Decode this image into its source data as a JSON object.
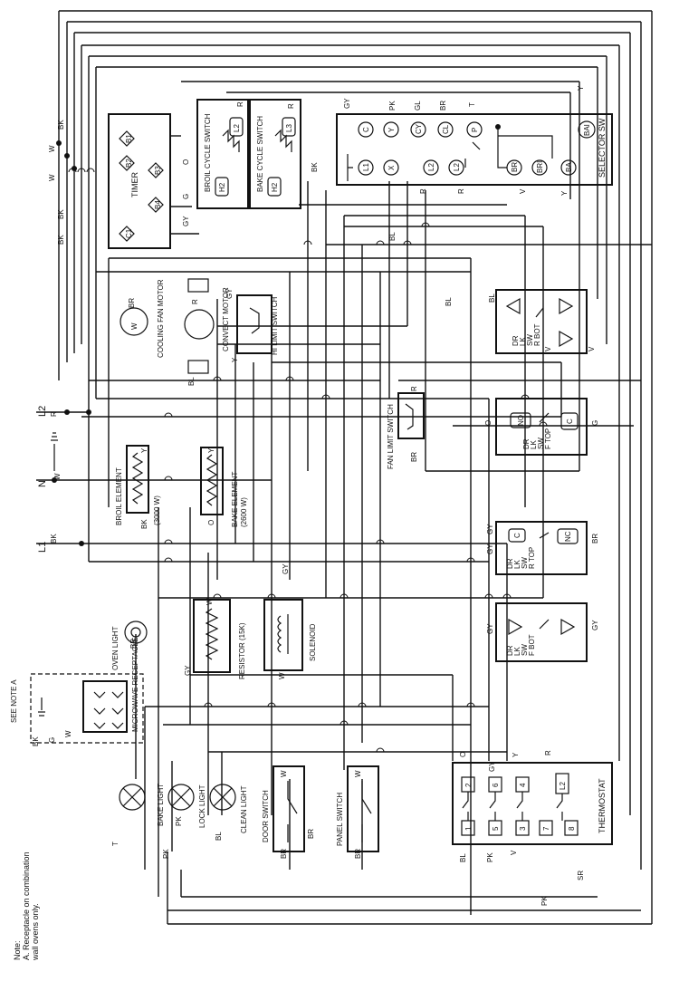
{
  "note": {
    "title": "Note:",
    "line1": "A. Receptacle on combination",
    "line2": "wall ovens only."
  },
  "components": {
    "timer": "TIMER",
    "broil_cycle_switch": "BROIL CYCLE SWITCH",
    "bake_cycle_switch": "BAKE CYCLE SWITCH",
    "selector_sw": "SELECTOR SW",
    "cooling_fan_motor": "COOLING FAN MOTOR",
    "convect_motor": "CONVECT MOTOR",
    "hi_limit_switch": "HI LIMIT SWITCH",
    "fan_limit_switch": "FAN LIMIT SWITCH",
    "broil_element": "BROIL ELEMENT",
    "broil_element_rating": "(3000 W)",
    "bake_element": "BAKE ELEMENT",
    "bake_element_rating": "(2600 W)",
    "oven_light": "OVEN LIGHT",
    "resistor": "RESISTOR (15K)",
    "solenoid": "SOLENOID",
    "microwave_receptacle": "MICROWAVE RECEPTACLE",
    "see_note": "SEE NOTE A",
    "bake_light": "BAKE LIGHT",
    "lock_light": "LOCK LIGHT",
    "clean_light": "CLEAN LIGHT",
    "door_switch": "DOOR SWITCH",
    "panel_switch": "PANEL SWITCH",
    "thermostat": "THERMOSTAT",
    "dr_lk_sw_r_bot": [
      "DR",
      "LK",
      "SW",
      "R BOT"
    ],
    "dr_lk_sw_f_top": [
      "DR",
      "LK",
      "SW",
      "F TOP"
    ],
    "dr_lk_sw_r_top": [
      "DR",
      "LK",
      "SW",
      "R TOP"
    ],
    "dr_lk_sw_f_bot": [
      "DR",
      "LK",
      "SW",
      "F BOT"
    ]
  },
  "power": {
    "l1": "L1",
    "l2": "L2",
    "n": "N"
  },
  "timer_terminals": [
    "B1",
    "B2",
    "B3",
    "B4",
    "C1",
    "O",
    "G",
    "GY"
  ],
  "selector_top_terminals": [
    "C",
    "Y",
    "CY",
    "CL",
    "P",
    "BAI"
  ],
  "selector_bottom_terminals": [
    "L1",
    "X",
    "L2",
    "L2",
    "BR",
    "BRI",
    "BA"
  ],
  "selector_wire_labels": [
    "GY",
    "PK",
    "GL",
    "BR",
    "T",
    "Y"
  ],
  "cycle_switch_terminals": [
    "L2",
    "H2",
    "L3",
    "H2"
  ],
  "wire_colors": [
    "W",
    "BK",
    "R",
    "G",
    "O",
    "Y",
    "GY",
    "PK",
    "BL",
    "BR",
    "V",
    "SR",
    "T"
  ],
  "thermostat_terminals": [
    "1",
    "2",
    "3",
    "4",
    "5",
    "6",
    "7",
    "8",
    "L2"
  ],
  "switch_contacts": [
    "NO",
    "NC",
    "C"
  ]
}
